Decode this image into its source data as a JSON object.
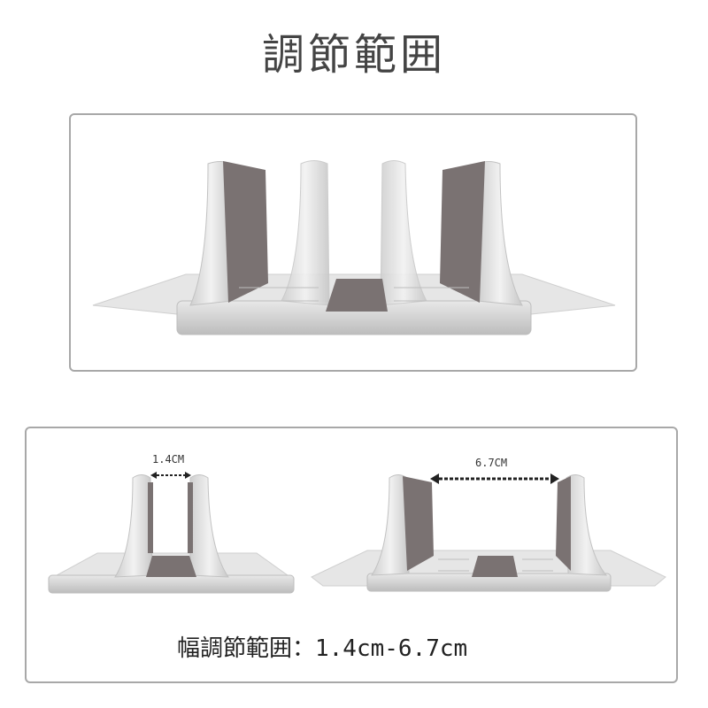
{
  "header": {
    "title": "調節範囲"
  },
  "bottom": {
    "min_label": "1.4CM",
    "max_label": "6.7CM",
    "caption": "幅調節範囲：1.4cm-6.7cm"
  },
  "colors": {
    "frame": "#a8a8a8",
    "aluminum": "#d9d9d9",
    "pad": "#7a7272"
  }
}
